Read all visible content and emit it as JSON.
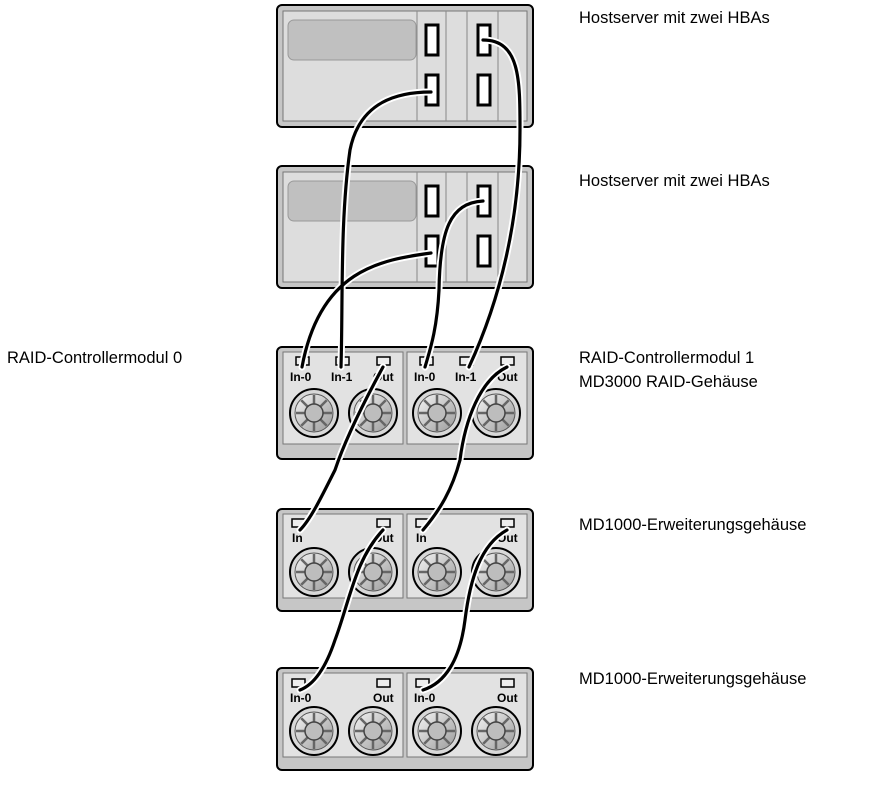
{
  "labels": {
    "host_server_1": "Hostserver mit zwei HBAs",
    "host_server_2": "Hostserver mit zwei HBAs",
    "raid_controller_0": "RAID-Controllermodul 0",
    "raid_controller_1": "RAID-Controllermodul 1",
    "md3000": "MD3000 RAID-Gehäuse",
    "md1000_1": "MD1000-Erweiterungsgehäuse",
    "md1000_2": "MD1000-Erweiterungsgehäuse"
  },
  "ports": {
    "raid": [
      "In-0",
      "In-1",
      "Out",
      "In-0",
      "In-1",
      "Out"
    ],
    "md1000_1": [
      "In",
      "Out",
      "In",
      "Out"
    ],
    "md1000_2": [
      "In-0",
      "Out",
      "In-0",
      "Out"
    ]
  }
}
